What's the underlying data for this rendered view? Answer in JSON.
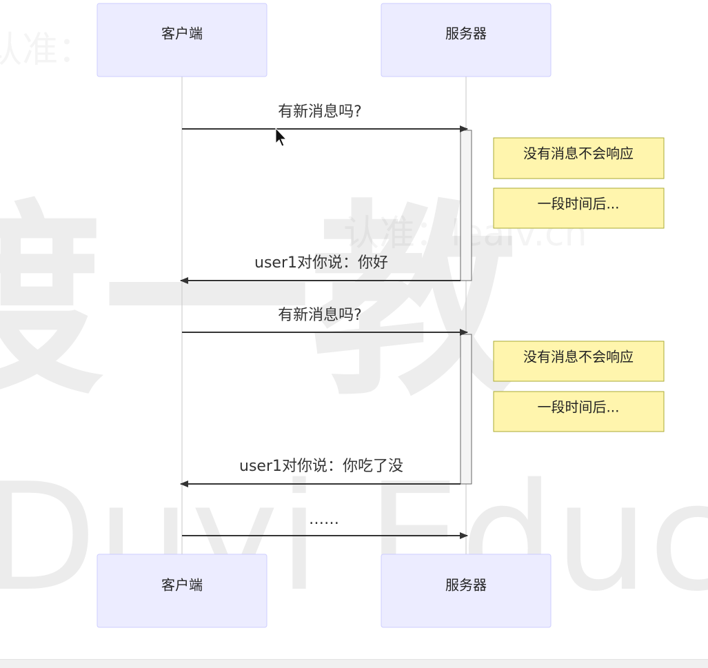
{
  "actors": {
    "client": "客户端",
    "server": "服务器"
  },
  "messages": [
    {
      "text": "有新消息吗?",
      "direction": "client-to-server"
    },
    {
      "text": "user1对你说：你好",
      "direction": "server-to-client"
    },
    {
      "text": "有新消息吗?",
      "direction": "client-to-server"
    },
    {
      "text": "user1对你说：你吃了没",
      "direction": "server-to-client"
    },
    {
      "text": "……",
      "direction": "client-to-server"
    }
  ],
  "notes": [
    {
      "text": "没有消息不会响应"
    },
    {
      "text": "一段时间后..."
    },
    {
      "text": "没有消息不会响应"
    },
    {
      "text": "一段时间后..."
    }
  ],
  "watermarks": {
    "small": "认准：leaiv.cn",
    "large_cn": "渡一教",
    "large_en": "Duyi Educa"
  },
  "colors": {
    "actor_fill": "#ECECFF",
    "actor_border": "#CCCCFF",
    "note_fill": "#FFF5AD",
    "note_border": "#AAAA33",
    "message_line": "#333333"
  }
}
